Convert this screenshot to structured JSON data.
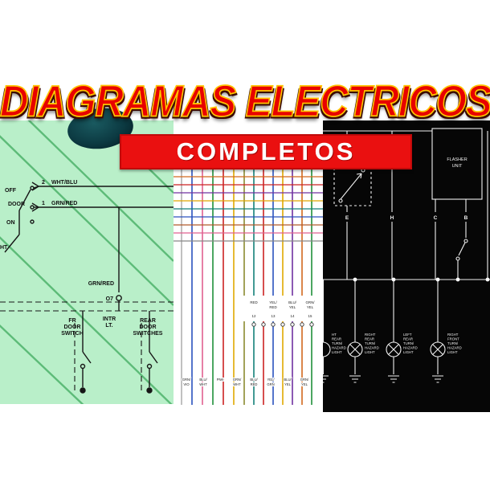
{
  "title": {
    "main": "DIAGRAMAS ELECTRICOS",
    "banner": "COMPLETOS"
  },
  "colors": {
    "title_fill": "#e80000",
    "title_outline": "#ffc400",
    "banner_bg": "#ea1010",
    "banner_text": "#ffffff",
    "left_panel_bg": "#b9efc9",
    "middle_panel_bg": "#ffffff",
    "right_panel_bg": "#060606",
    "left_ink": "#161616",
    "right_ink": "#f0f0f0"
  },
  "left_panel": {
    "pin2": "2",
    "wire2": "WHT/BLU",
    "pin1": "1",
    "wire1": "GRN/RED",
    "sw_off": "OFF",
    "sw_door": "DOOR",
    "sw_on": "ON",
    "edge_label": "HT",
    "wire_mid": "GRN/RED",
    "connector": "O7",
    "intr": [
      "INTR",
      "LT."
    ],
    "fr": [
      "FR",
      "DOOR",
      "SWITCH"
    ],
    "rear": [
      "REAR",
      "DOOR",
      "SWITCHES"
    ]
  },
  "middle_panel": {
    "top_labels": [
      [
        "RED"
      ],
      [
        "YEL/",
        "RED"
      ],
      [
        "BLU/",
        "YEL"
      ],
      [
        "GRN/",
        "YEL"
      ]
    ],
    "pins": [
      "12",
      "13",
      "14",
      "15"
    ],
    "bottom_labels": [
      [
        "GRN/",
        "VIO"
      ],
      [
        "BLU/",
        "WHT"
      ],
      [
        "PNK"
      ],
      [
        "GRN/",
        "WHT"
      ],
      [
        "BLU/",
        "RED"
      ],
      [
        "YEL/",
        "GRN"
      ],
      [
        "BLU/",
        "YEL"
      ],
      [
        "GRN/",
        "YEL"
      ]
    ]
  },
  "right_panel": {
    "flasher": [
      "FLASHER",
      "UNIT"
    ],
    "terminals": [
      "E",
      "H",
      "C",
      "B"
    ],
    "lamps": [
      [
        "HT",
        "REAR",
        "TURN/",
        "HAZARD",
        "LIGHT"
      ],
      [
        "RIGHT",
        "REAR",
        "TURN/",
        "HAZARD",
        "LIGHT"
      ],
      [
        "LEFT",
        "REAR",
        "TURN/",
        "HAZARD",
        "LIGHT"
      ],
      [
        "RIGHT",
        "FRONT",
        "TURN/",
        "HAZARD",
        "LIGHT"
      ]
    ]
  }
}
